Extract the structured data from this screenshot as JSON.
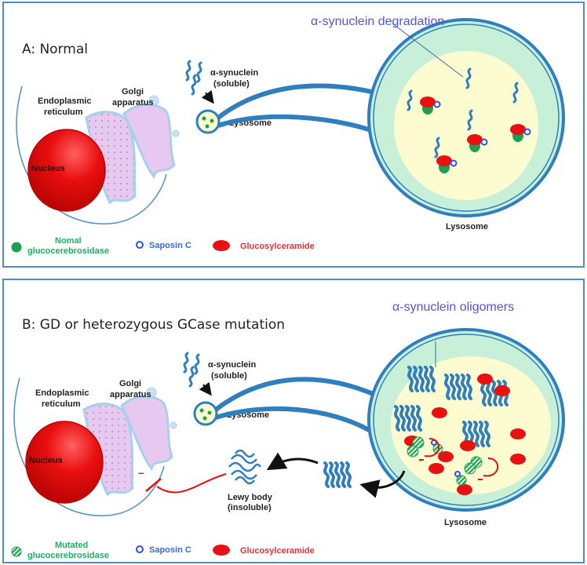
{
  "colors": {
    "frame": "#4f8fc0",
    "membrane": "#2f7fbf",
    "lumen_outer": "#c8f0d8",
    "lumen_inner": "#fdfbd0",
    "nucleus": "#e81010",
    "er_golgi": "#e6c8f0",
    "gcase": "#1aa050",
    "saposin": "#3050e0",
    "glucosylceramide": "#e81010",
    "callout": "#5555d0",
    "legend_green": "#19b060",
    "legend_blue": "#3a6ad8",
    "legend_red": "#e83030"
  },
  "panel_a": {
    "title": "A: Normal",
    "callout": "α-synuclein degradation",
    "er_label": [
      "Endoplasmic",
      "reticulum"
    ],
    "golgi_label": [
      "Golgi",
      "apparatus"
    ],
    "nucleus_label": "Nucleus",
    "synuclein_label": [
      "α-synuclein",
      "(soluble)"
    ],
    "small_lysosome_label": "Lysosome",
    "big_lysosome_label": "Lysosome",
    "legend": {
      "gcase_label": [
        "Nomal",
        "glucocerebrosidase"
      ],
      "saposin_label": "Saposin C",
      "glucosylceramide_label": "Glucosylceramide"
    }
  },
  "panel_b": {
    "title": "B: GD or heterozygous GCase mutation",
    "callout": "α-synuclein oligomers",
    "er_label": [
      "Endoplasmic",
      "reticulum"
    ],
    "golgi_label": [
      "Golgi",
      "apparatus"
    ],
    "nucleus_label": "Nucleus",
    "synuclein_label": [
      "α-synuclein",
      "(soluble)"
    ],
    "small_lysosome_label": "Lysosome",
    "big_lysosome_label": "Lysosome",
    "lewy_label": [
      "Lewy body",
      "(insoluble)"
    ],
    "inhibition_sign": "–",
    "legend": {
      "gcase_label": [
        "Mutated",
        "glucocerebrosidase"
      ],
      "saposin_label": "Saposin C",
      "glucosylceramide_label": "Glucosylceramide"
    }
  }
}
